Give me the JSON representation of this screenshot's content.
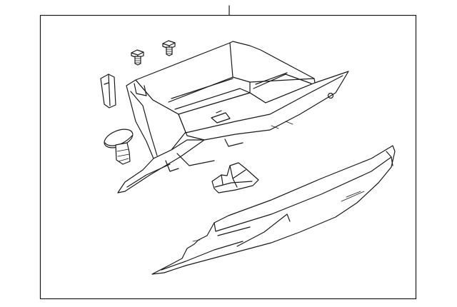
{
  "diagram": {
    "title": "",
    "parts": [
      {
        "name": "screw-left"
      },
      {
        "name": "screw-right"
      },
      {
        "name": "bumper-stop"
      },
      {
        "name": "push-pin-clip"
      },
      {
        "name": "glove-box-bin"
      },
      {
        "name": "latch-striker"
      },
      {
        "name": "glove-box-door-trim"
      }
    ]
  }
}
